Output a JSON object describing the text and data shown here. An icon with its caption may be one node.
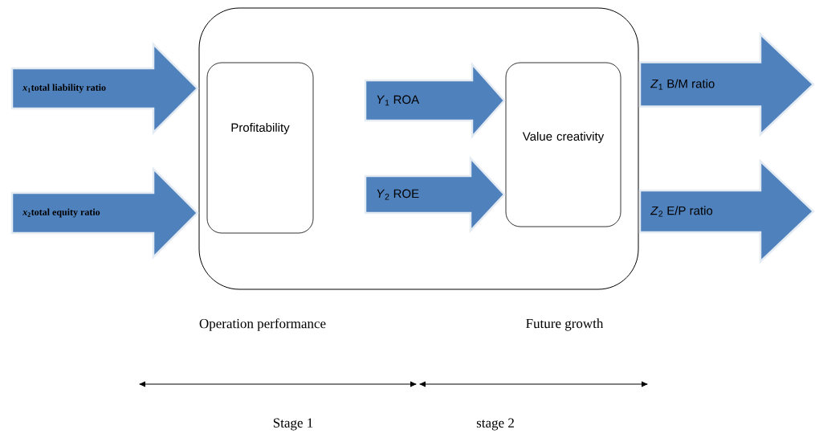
{
  "diagram": {
    "nodes": [
      {
        "text": [],
        "shape": "box"
      },
      {
        "text": [
          "Profitability"
        ],
        "in": 0
      },
      {
        "text": [
          "Value creativity"
        ],
        "in": 0
      }
    ],
    "edges": [
      {
        "from": null,
        "to": 0,
        "arrow": "to",
        "label": "*x*$_{1}$total liability ratio"
      },
      {
        "from": null,
        "to": 0,
        "arrow": "to",
        "label": "*x*$_{2}$total equity ratio"
      },
      {
        "from": null,
        "to": 2,
        "arrow": "to",
        "label": "*Y*$_{1}$ ROA"
      },
      {
        "from": null,
        "to": 2,
        "arrow": "to",
        "label": "*Y*$_{2}$ ROE"
      },
      {
        "from": 0,
        "to": null,
        "arrow": "to",
        "label": "*Z*$_{1}$ B/M ratio"
      },
      {
        "from": 0,
        "to": null,
        "arrow": "to",
        "label": "*Z*$_{2}$ E/P ratio"
      }
    ],
    "labels": [
      "Operation performance",
      "Future growth",
      "Stage 1",
      "stage 2"
    ]
  }
}
